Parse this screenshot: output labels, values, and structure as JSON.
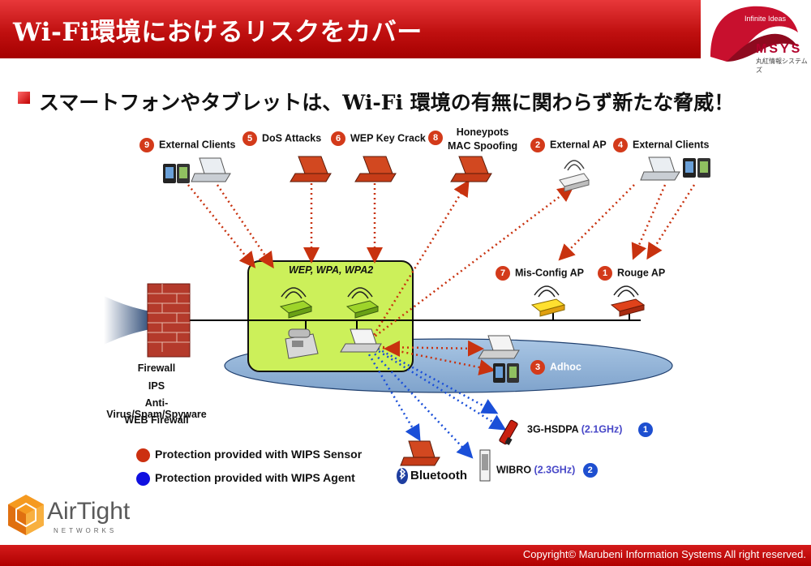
{
  "header": {
    "title": "Wi-Fi環境におけるリスクをカバー"
  },
  "logo": {
    "tagline": "Infinite Ideas",
    "brand": "MSYS",
    "company": "丸紅情報システムズ"
  },
  "subtitle": "スマートフォンやタブレットは、Wi-Fi 環境の有無に関わらず新たな脅威！",
  "threats": [
    {
      "num": "9",
      "label": "External Clients"
    },
    {
      "num": "5",
      "label": "DoS Attacks"
    },
    {
      "num": "6",
      "label": "WEP Key Crack"
    },
    {
      "num": "8",
      "label_line1": "Honeypots",
      "label_line2": "MAC Spoofing"
    },
    {
      "num": "2",
      "label": "External AP"
    },
    {
      "num": "4",
      "label": "External Clients"
    },
    {
      "num": "7",
      "label": "Mis-Config AP"
    },
    {
      "num": "1",
      "label": "Rouge AP"
    },
    {
      "num": "3",
      "label": "Adhoc"
    }
  ],
  "network": {
    "encryption": "WEP, WPA, WPA2"
  },
  "agent_threats": [
    {
      "num": "1",
      "name": "3G-HSDPA",
      "freq": "(2.1GHz)"
    },
    {
      "num": "2",
      "name": "WIBRO",
      "freq": "(2.3GHz)"
    }
  ],
  "bluetooth": {
    "label": "Bluetooth"
  },
  "firewall_lines": [
    "Firewall",
    "IPS",
    "Anti-Virus/Spam/Spyware",
    "WEB Firewall"
  ],
  "legend": [
    {
      "label": "Protection provided with WIPS Sensor",
      "color": "#cc3010"
    },
    {
      "label": "Protection provided with WIPS Agent",
      "color": "#1010e0"
    }
  ],
  "airtight": {
    "name": "AirTight",
    "sub": "NETWORKS"
  },
  "footer": {
    "copyright": "Copyright© Marubeni Information Systems All right reserved."
  }
}
